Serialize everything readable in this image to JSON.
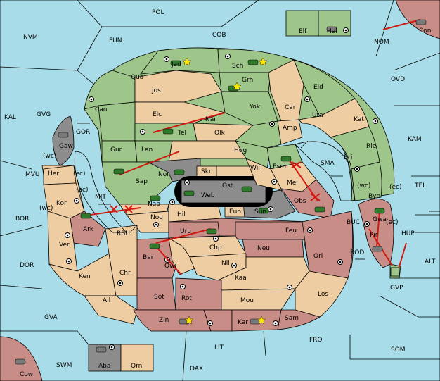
{
  "board": {
    "colors": {
      "sea": "#a8dce8",
      "green": "#9ec58a",
      "tan": "#efcda3",
      "red": "#c98d87",
      "grey": "#8c8c8c",
      "order": "#d11a12"
    },
    "labels": {
      "POL": "POL",
      "NVM": "NVM",
      "FUN": "FUN",
      "COB": "COB",
      "Elf": "Elf",
      "Hel": "Hel",
      "NOM": "NOM",
      "Con": "Con",
      "Jad": "Jad",
      "Sch": "Sch",
      "OVD": "OVD",
      "Qua": "Qua",
      "Jos": "Jos",
      "Grh": "Grh",
      "Eld": "Eld",
      "Can": "Can",
      "Yok": "Yok",
      "Car": "Car",
      "KAL": "KAL",
      "GVG": "GVG",
      "Elc": "Elc",
      "Nar": "Nar",
      "Uta": "Uta",
      "Kat": "Kat",
      "GOR": "GOR",
      "Tel": "Tel",
      "Olk": "Olk",
      "Amp": "Amp",
      "KAM": "KAM",
      "Gaw": "Gaw",
      "Gur": "Gur",
      "Lan": "Lan",
      "Hug": "Hug",
      "Rie": "Rie",
      "wc": "(wc)",
      "ec": "(ec)",
      "MVU": "MVU",
      "Her": "Her",
      "Wil": "Wil",
      "Esm": "Esm",
      "SMA": "SMA",
      "Bri": "Bri",
      "Nor": "Nor",
      "Skr": "Skr",
      "Ost": "Ost",
      "Sap": "Sap",
      "Mel": "Mel",
      "Byn": "Byn",
      "TEI": "TEI",
      "Web": "Web",
      "Kor": "Kor",
      "MIT": "MIT",
      "Nab": "Nab",
      "Obs": "Obs",
      "BOR": "BOR",
      "Hil": "Hil",
      "Eun": "Eun",
      "Sun": "Sun",
      "BUC": "BUC",
      "Gwa": "Gwa",
      "HUP": "HUP",
      "Ark": "Ark",
      "RBU": "RBU",
      "Nog": "Nog",
      "Uru": "Uru",
      "Feu": "Feu",
      "Pir": "Pir",
      "Ver": "Ver",
      "Chp": "Chp",
      "Neu": "Neu",
      "ROD": "ROD",
      "Orl": "Orl",
      "DOR": "DOR",
      "Bar": "Bar",
      "Qwi": "Qwi",
      "Nil": "Nil",
      "ALT": "ALT",
      "Ken": "Ken",
      "Chr": "Chr",
      "Kaa": "Kaa",
      "GVP": "GVP",
      "Ail": "Ail",
      "Sot": "Sot",
      "Rot": "Rot",
      "Los": "Los",
      "Mou": "Mou",
      "GVA": "GVA",
      "Zin": "Zin",
      "Kar": "Kar",
      "Sam": "Sam",
      "FRO": "FRO",
      "SOM": "SOM",
      "LIT": "LIT",
      "SWM": "SWM",
      "Aba": "Aba",
      "Orn": "Orn",
      "Cow": "Cow",
      "DAX": "DAX"
    }
  }
}
